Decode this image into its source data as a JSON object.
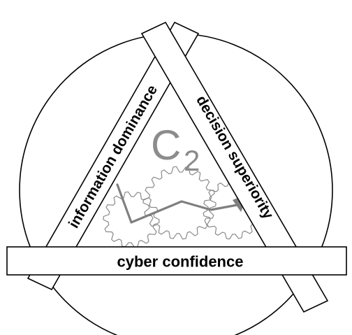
{
  "diagram": {
    "center": {
      "main": "C",
      "subscript": "2"
    },
    "bands": [
      {
        "id": "left",
        "label": "information dominance"
      },
      {
        "id": "right",
        "label": "decision superiority"
      },
      {
        "id": "bottom",
        "label": "cyber confidence"
      }
    ],
    "gear_count": 3,
    "colors": {
      "outline": "#000000",
      "gear": "#8a8a8a",
      "c2": "#8c8c8c",
      "arrow": "#7f7f7f",
      "background": "#ffffff"
    }
  }
}
